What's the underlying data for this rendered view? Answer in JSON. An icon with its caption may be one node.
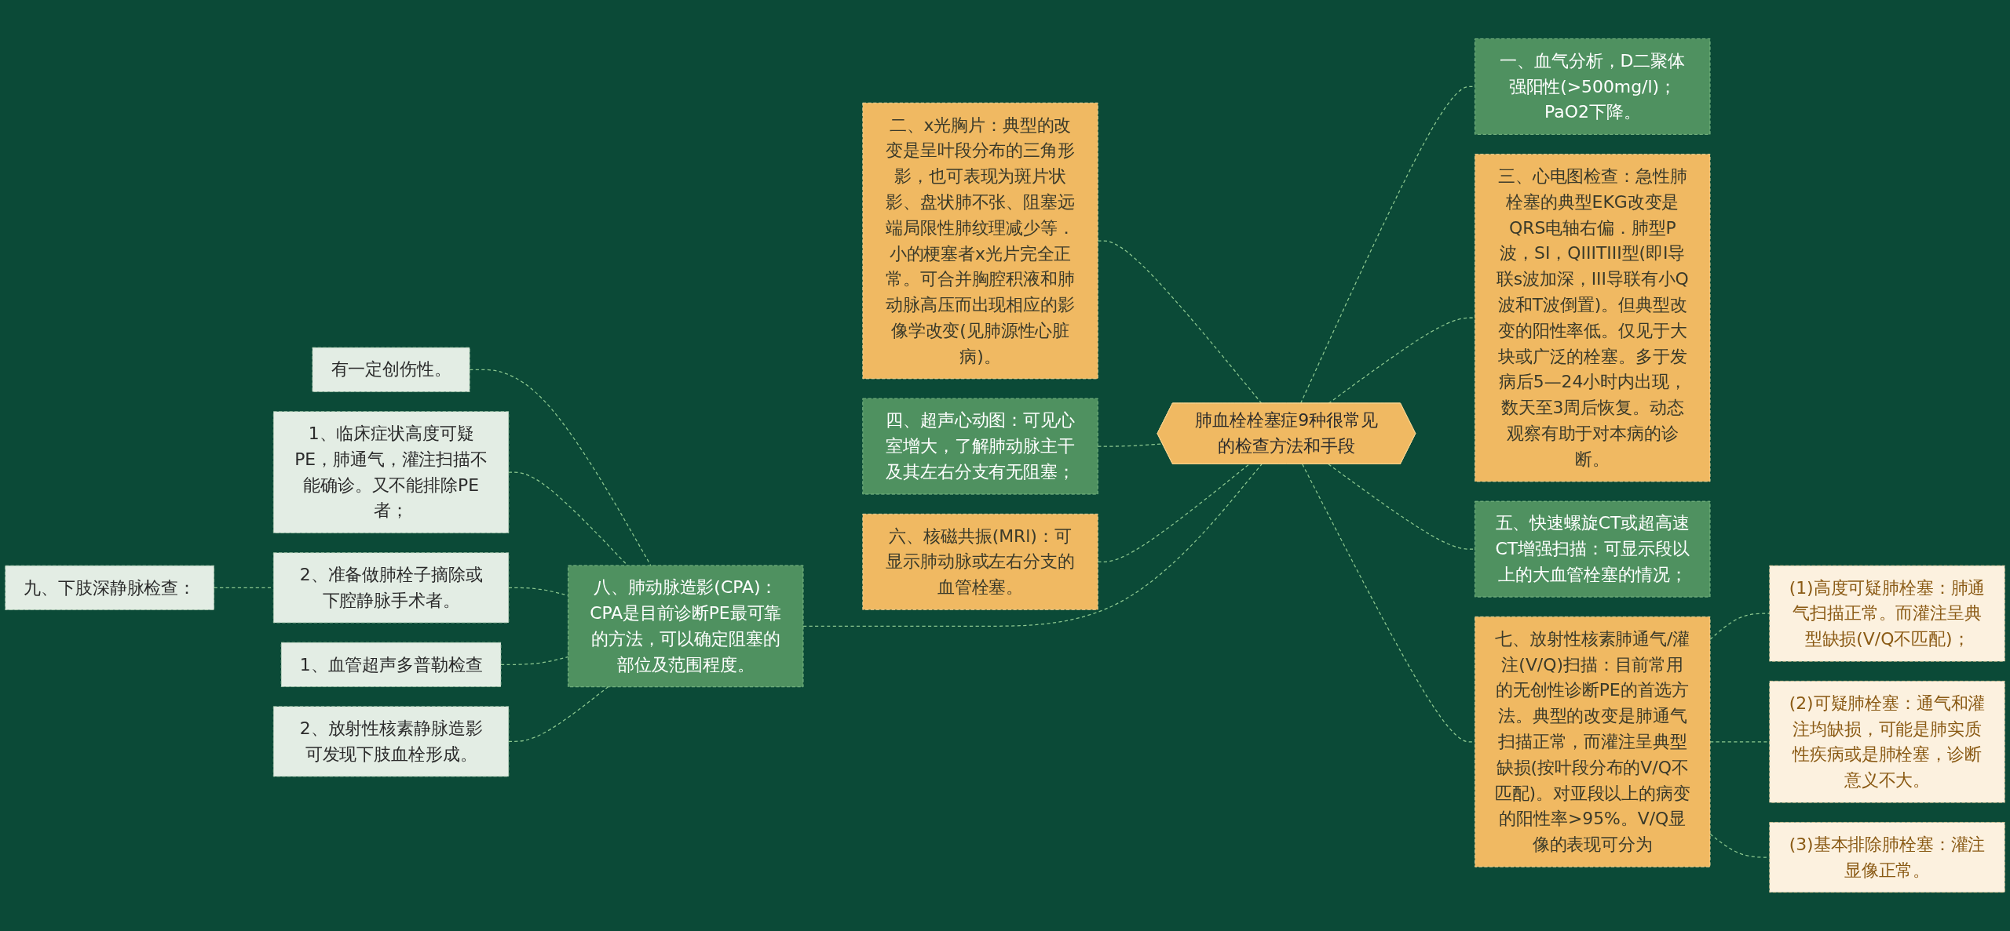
{
  "diagram": {
    "nodes": [
      {
        "text": [
          "肺血栓栓塞症9种很常见的检查方法和手段"
        ]
      },
      {
        "text": [
          "二、x光胸片：典型的改变是呈叶段分布的三角形影，也可表现为斑片状影、盘状肺不张、阻塞远端局限性肺纹理减少等．小的梗塞者x光片完全正常。可合并胸腔积液和肺动脉高压而出现相应的影像学改变(见肺源性心脏病)。"
        ]
      },
      {
        "text": [
          "四、超声心动图：可见心室增大，了解肺动脉主干及其左右分支有无阻塞；"
        ]
      },
      {
        "text": [
          "六、核磁共振(MRl)：可显示肺动脉或左右分支的血管栓塞。"
        ]
      },
      {
        "text": [
          "八、肺动脉造影(CPA)：CPA是目前诊断PE最可靠的方法，可以确定阻塞的部位及范围程度。"
        ]
      },
      {
        "text": [
          "有一定创伤性。"
        ]
      },
      {
        "text": [
          "1、临床症状高度可疑PE，肺通气，灌注扫描不能确诊。又不能排除PE者；"
        ]
      },
      {
        "text": [
          "2、准备做肺栓子摘除或下腔静脉手术者。"
        ]
      },
      {
        "text": [
          "九、下肢深静脉检查："
        ]
      },
      {
        "text": [
          "1、血管超声多普勒检查"
        ]
      },
      {
        "text": [
          "2、放射性核素静脉造影可发现下肢血栓形成。"
        ]
      },
      {
        "text": [
          "一、血气分析，D二聚体强阳性(>500mg/l)；PaO2下降。"
        ]
      },
      {
        "text": [
          "三、心电图检查：急性肺栓塞的典型EKG改变是QRS电轴右偏．肺型P波，SI，QIIITIII型(即I导联s波加深，III导联有小Q波和T波倒置)。但典型改变的阳性率低。仅见于大块或广泛的栓塞。多于发病后5—24小时内出现，数天至3周后恢复。动态观察有助于对本病的诊断。"
        ]
      },
      {
        "text": [
          "五、快速螺旋CT或超高速CT增强扫描：可显示段以上的大血管栓塞的情况；"
        ]
      },
      {
        "text": [
          "七、放射性核素肺通气/灌注(V/Q)扫描：目前常用的无创性诊断PE的首选方法。典型的改变是肺通气扫描正常，而灌注呈典型缺损(按叶段分布的V/Q不匹配)。对亚段以上的病变的阳性率>95%。V/Q显像的表现可分为"
        ]
      },
      {
        "text": [
          "(1)高度可疑肺栓塞：肺通气扫描正常。而灌注呈典型缺损(V/Q不匹配)；"
        ]
      },
      {
        "text": [
          "(2)可疑肺栓塞：通气和灌注均缺损，可能是肺实质性疾病或是肺栓塞，诊断意义不大。"
        ]
      },
      {
        "text": [
          "(3)基本排除肺栓塞：灌注显像正常。"
        ]
      }
    ],
    "edges": [
      {
        "from": 0,
        "to": 1,
        "arrow": "none",
        "style": "dashed"
      },
      {
        "from": 0,
        "to": 2,
        "arrow": "none",
        "style": "dashed"
      },
      {
        "from": 0,
        "to": 3,
        "arrow": "none",
        "style": "dashed"
      },
      {
        "from": 0,
        "to": 4,
        "arrow": "none",
        "style": "dashed"
      },
      {
        "from": 4,
        "to": 5,
        "arrow": "none",
        "style": "dashed"
      },
      {
        "from": 4,
        "to": 6,
        "arrow": "none",
        "style": "dashed"
      },
      {
        "from": 4,
        "to": 7,
        "arrow": "none",
        "style": "dashed"
      },
      {
        "from": 7,
        "to": 8,
        "arrow": "none",
        "style": "dashed"
      },
      {
        "from": 4,
        "to": 9,
        "arrow": "none",
        "style": "dashed"
      },
      {
        "from": 4,
        "to": 10,
        "arrow": "none",
        "style": "dashed"
      },
      {
        "from": 0,
        "to": 11,
        "arrow": "none",
        "style": "dashed"
      },
      {
        "from": 0,
        "to": 12,
        "arrow": "none",
        "style": "dashed"
      },
      {
        "from": 0,
        "to": 13,
        "arrow": "none",
        "style": "dashed"
      },
      {
        "from": 0,
        "to": 14,
        "arrow": "none",
        "style": "dashed"
      },
      {
        "from": 14,
        "to": 15,
        "arrow": "none",
        "style": "dashed"
      },
      {
        "from": 14,
        "to": 16,
        "arrow": "none",
        "style": "dashed"
      },
      {
        "from": 14,
        "to": 17,
        "arrow": "none",
        "style": "dashed"
      }
    ]
  }
}
